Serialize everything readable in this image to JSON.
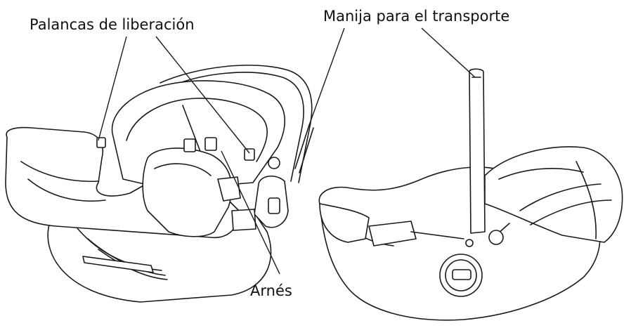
{
  "labels": {
    "release_levers": "Palancas de liberación",
    "carry_handle": "Manija para el transporte",
    "harness": "Arnés"
  }
}
